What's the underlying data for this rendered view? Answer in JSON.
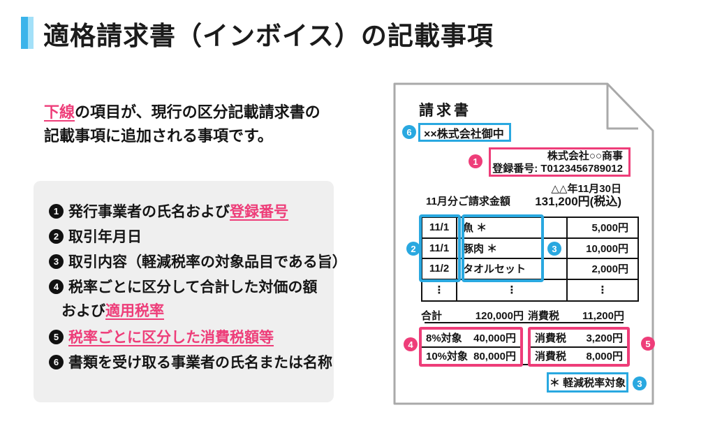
{
  "colors": {
    "accent_blue": "#29A8E0",
    "accent_blue_light": "#A3E0F8",
    "accent_pink": "#EE3D79",
    "panel_gray": "#EFEFEF",
    "paper_border": "#A9A9A9",
    "text": "#151515"
  },
  "header": {
    "title": "適格請求書（インボイス）の記載事項"
  },
  "intro": {
    "link": "下線",
    "line1_rest": "の項目が、現行の区分記載請求書の",
    "line2": "記載事項に追加される事項です。"
  },
  "list": {
    "items": [
      {
        "num": "1",
        "pre": "発行事業者の氏名および",
        "link": "登録番号"
      },
      {
        "num": "2",
        "pre": "取引年月日"
      },
      {
        "num": "3",
        "pre": "取引内容（軽減税率の対象品目である旨）"
      },
      {
        "num": "4",
        "pre": "税率ごとに区分して合計した対価の額",
        "line2_pre": "および",
        "line2_link": "適用税率"
      },
      {
        "num": "5",
        "link": "税率ごとに区分した消費税額等"
      },
      {
        "num": "6",
        "pre": "書類を受け取る事業者の氏名または名称"
      }
    ]
  },
  "invoice": {
    "title": "請求書",
    "recipient": {
      "badge": "6",
      "name": "××株式会社御中"
    },
    "issuer": {
      "badge": "1",
      "company": "株式会社○○商事",
      "registration": "登録番号: T0123456789012"
    },
    "date": "△△年11月30日",
    "billing": {
      "label": "11月分ご請求金額",
      "amount": "131,200円(税込)"
    },
    "items_table": {
      "date_badge": "2",
      "item_badge": "3",
      "rows": [
        {
          "date": "11/1",
          "item": "魚 ＊",
          "amount": "5,000円"
        },
        {
          "date": "11/1",
          "item": "豚肉 ＊",
          "amount": "10,000円"
        },
        {
          "date": "11/2",
          "item": "タオルセット",
          "amount": "2,000円"
        },
        {
          "date": "⋮",
          "item": "⋮",
          "amount": "⋮"
        }
      ]
    },
    "totals": {
      "label": "合計",
      "amount": "120,000円",
      "tax_label": "消費税",
      "tax_amount": "11,200円"
    },
    "tax_base": {
      "badge": "4",
      "rows": [
        {
          "label": "8%対象",
          "amount": "40,000円"
        },
        {
          "label": "10%対象",
          "amount": "80,000円"
        }
      ]
    },
    "tax_amounts": {
      "badge": "5",
      "rows": [
        {
          "label": "消費税",
          "amount": "3,200円"
        },
        {
          "label": "消費税",
          "amount": "8,000円"
        }
      ]
    },
    "note": {
      "badge": "3",
      "text": "＊ 軽減税率対象"
    }
  }
}
